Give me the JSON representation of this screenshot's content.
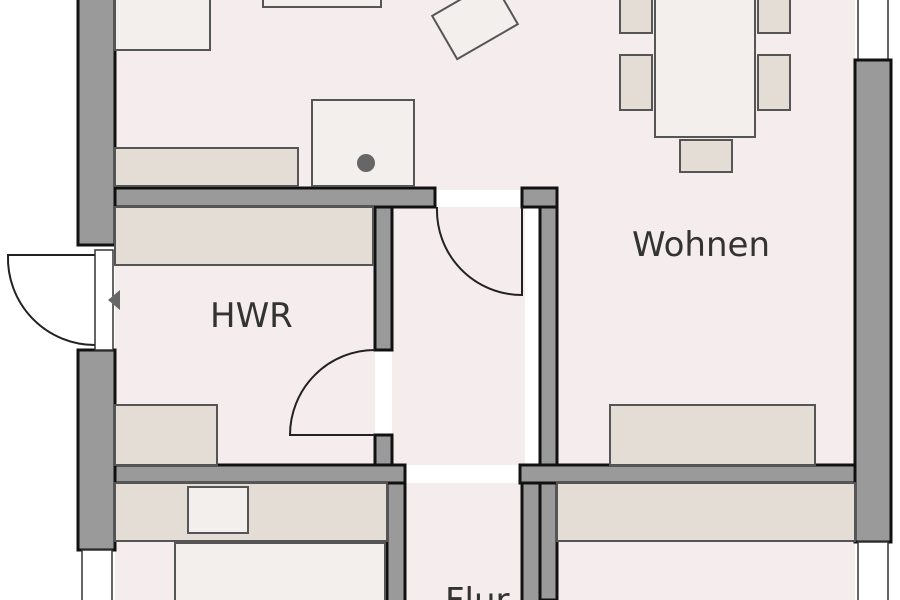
{
  "rooms": {
    "wohnen": "Wohnen",
    "hwr": "HWR",
    "flur": "Flur"
  },
  "colors": {
    "wall": "#9a9a9a",
    "floor": "#f5eced",
    "furniture": "#e4ddd5"
  }
}
